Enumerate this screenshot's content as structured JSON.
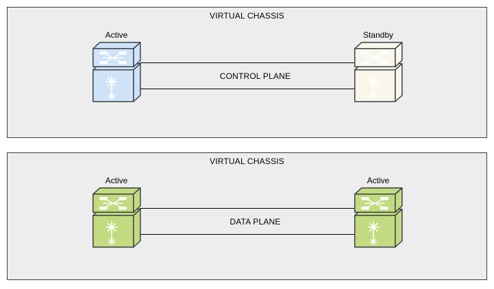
{
  "colors": {
    "page_background": "#ffffff",
    "panel_background": "#ededed",
    "panel_border": "#383c3f",
    "connection_line": "#000000",
    "switch_outline": "#3b4045",
    "icon_color": "#ffffff",
    "active_blue": "#cfe3f8",
    "standby_cream": "#f9f6eb",
    "active_green": "#c2db80"
  },
  "panels": [
    {
      "title": "VIRTUAL CHASSIS",
      "plane_label": "CONTROL PLANE",
      "switches": [
        {
          "label": "Active",
          "role": "active",
          "color": "#cfe3f8"
        },
        {
          "label": "Standby",
          "role": "standby",
          "color": "#f9f6eb"
        }
      ]
    },
    {
      "title": "VIRTUAL CHASSIS",
      "plane_label": "DATA PLANE",
      "switches": [
        {
          "label": "Active",
          "role": "active",
          "color": "#c2db80"
        },
        {
          "label": "Active",
          "role": "active",
          "color": "#c2db80"
        }
      ]
    }
  ]
}
